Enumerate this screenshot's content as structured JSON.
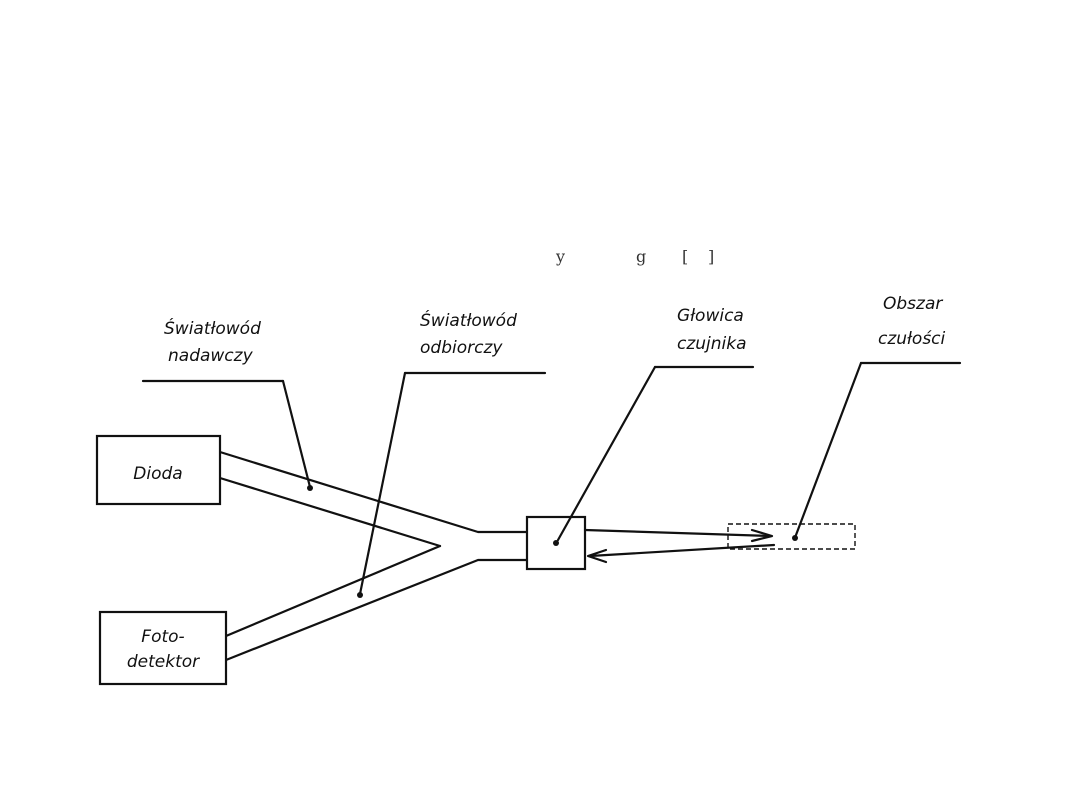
{
  "diagram": {
    "labels": {
      "transmit_fiber_line1": "Światłowód",
      "transmit_fiber_line2": "nadawczy",
      "receive_fiber_line1": "Światłowód",
      "receive_fiber_line2": "odbiorczy",
      "sensor_head_line1": "Głowica",
      "sensor_head_line2": "czujnika",
      "sensing_area_line1": "Obszar",
      "sensing_area_line2": "czułości"
    },
    "boxes": {
      "diode": "Dioda",
      "photodetector_line1": "Foto-",
      "photodetector_line2": "detektor"
    }
  }
}
